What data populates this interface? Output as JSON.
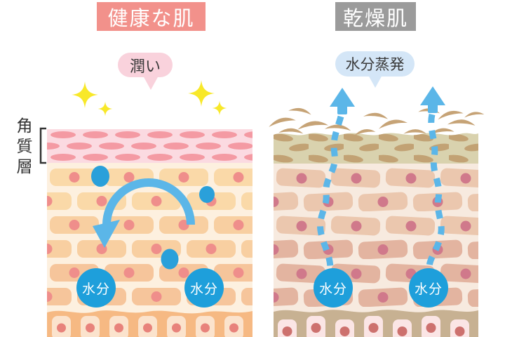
{
  "page": {
    "background": "#ffffff"
  },
  "left_panel": {
    "title": "健康な肌",
    "title_bg": "#f2918b",
    "bubble_label": "潤い",
    "bubble_bg": "#f9d2dc",
    "corneum_label": "角質層",
    "water_labels": [
      "水分",
      "水分"
    ],
    "skin_colors": {
      "corneum_bg": "#fbdae1",
      "corneum_cell": "#f49aa3",
      "cell_gap": "#fdf0df",
      "brick_top": "#fad9a8",
      "brick_mid": "#f8cfa1",
      "brick_bottom": "#f6c59b",
      "nucleus": "#ef8e8b",
      "basal_bg": "#f6b983",
      "basal_cell": "#fbe3cd",
      "basal_nucleus": "#e8827b"
    }
  },
  "right_panel": {
    "title": "乾燥肌",
    "title_bg": "#9b9b9b",
    "bubble_label": "水分蒸発",
    "bubble_bg": "#d4e6f7",
    "water_labels": [
      "水分",
      "水分"
    ],
    "skin_colors": {
      "corneum_bg": "#d9d2ae",
      "corneum_cell": "#c2a274",
      "flake": "#c6a376",
      "cell_gap": "#f7eadf",
      "brick_top": "#ebc7ae",
      "brick_bottom": "#e3b4a0",
      "nucleus": "#d0798b",
      "basal_bg": "#c7b192",
      "basal_cell": "#fbe5e5",
      "basal_nucleus": "#cd716e"
    }
  },
  "colors": {
    "water_circle_blue": "#1e9fdb",
    "water_text": "#ffffff",
    "droplet_blue": "#2aa0da",
    "arrow_blue": "#5bb6e8",
    "sparkle_yellow": "#f8e829",
    "label_text": "#333333",
    "bubble_text": "#3a3a3a"
  }
}
